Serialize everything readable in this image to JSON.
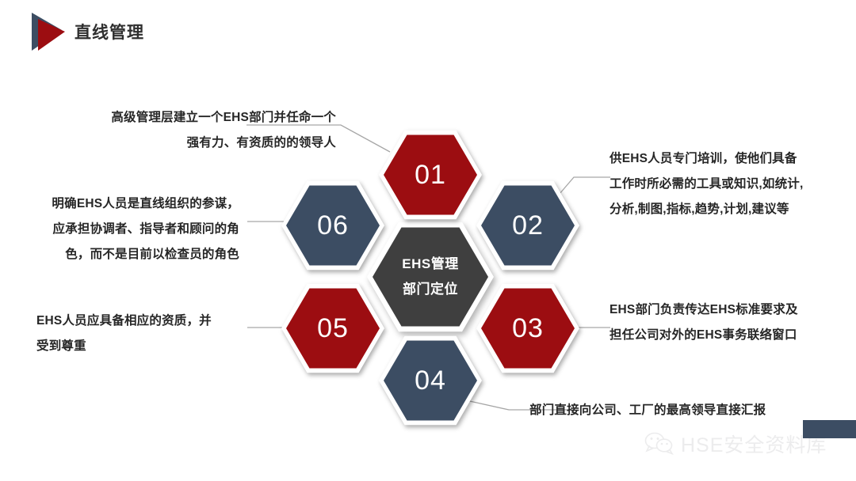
{
  "header": {
    "title": "直线管理",
    "logo_icon": "double-triangle-play-icon",
    "logo_colors": {
      "back": "#3c4d63",
      "front": "#9c0d11"
    }
  },
  "colors": {
    "red": "#9c0d11",
    "navy": "#3c4d63",
    "center_gray": "#3f3f3f",
    "connector_line": "#a6a6a6",
    "text": "#262626",
    "background": "#ffffff",
    "watermark": "#ececed"
  },
  "center": {
    "line1": "EHS管理",
    "line2": "部门定位"
  },
  "nodes": [
    {
      "id": "01",
      "number": "01",
      "color": "#9c0d11",
      "color_name": "red",
      "position": "top",
      "caption_align": "right",
      "caption_lines": [
        "高级管理层建立一个EHS部门并任命一个",
        "强有力、有资质的的领导人"
      ]
    },
    {
      "id": "02",
      "number": "02",
      "color": "#3c4d63",
      "color_name": "navy",
      "position": "upper-right",
      "caption_align": "left",
      "caption_lines": [
        "供EHS人员专门培训，使他们具备",
        "工作时所必需的工具或知识,如统计,",
        "分析,制图,指标,趋势,计划,建议等"
      ]
    },
    {
      "id": "03",
      "number": "03",
      "color": "#9c0d11",
      "color_name": "red",
      "position": "lower-right",
      "caption_align": "left",
      "caption_lines": [
        "EHS部门负责传达EHS标准要求及",
        "担任公司对外的EHS事务联络窗口"
      ]
    },
    {
      "id": "04",
      "number": "04",
      "color": "#3c4d63",
      "color_name": "navy",
      "position": "bottom",
      "caption_align": "left",
      "caption_lines": [
        "部门直接向公司、工厂的最高领导直接汇报"
      ]
    },
    {
      "id": "05",
      "number": "05",
      "color": "#9c0d11",
      "color_name": "red",
      "position": "lower-left",
      "caption_align": "left",
      "caption_lines": [
        "EHS人员应具备相应的资质，并",
        "受到尊重"
      ]
    },
    {
      "id": "06",
      "number": "06",
      "color": "#3c4d63",
      "color_name": "navy",
      "position": "upper-left",
      "caption_align": "right",
      "caption_lines": [
        "明确EHS人员是直线组织的参谋，",
        "应承担协调者、指导者和顾问的角",
        "色，而不是目前以检查员的角色"
      ]
    }
  ],
  "watermark": {
    "icon": "wechat-bubbles-icon",
    "text": "HSE安全资料库"
  }
}
